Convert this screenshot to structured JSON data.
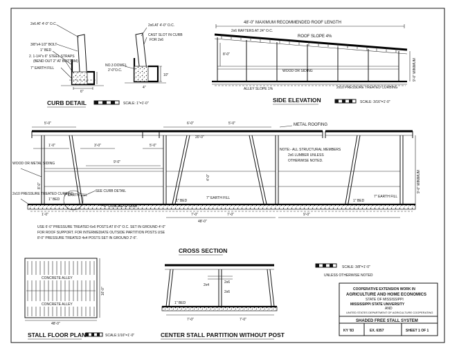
{
  "curb_detail": {
    "title": "CURB DETAIL",
    "scale": "SCALE: 1\"=1'-0\"",
    "labels": {
      "post_2x6": "2x6 AT 4'-0\" O.C.",
      "bolt": "3/8\"x4-1/2\" BOLT",
      "bed": "1\" BED",
      "straps": "2. 1-1/4\"x 6\" STEEL STRAPS",
      "straps_note": "(BEND OUT 2\" AT BOTTOM)",
      "earth_fill": "7\" EARTH FILL",
      "post_2x6_b": "2x6 AT 4'-0\" O.C.",
      "cast_slot": "CAST SLOT IN CURB",
      "cast_slot_b": "FOR 2x6",
      "dowel": "NO.3 DOWEL",
      "dowel_spacing": "2'-0\"O.C.",
      "dim_6": "6\"",
      "dim_10": "10\"",
      "dim_4": "4\""
    }
  },
  "side_elevation": {
    "title": "SIDE ELEVATION",
    "scale": "SCALE: 3/16\"=1'-0\"",
    "max_length": "48'-0\" MAXIMUM RECOMMENDED ROOF LENGTH",
    "rafters": "2x6 RAFTERS AT 24\" O.C.",
    "roof_slope": "ROOF SLOPE 4%",
    "height": "8'-0\"",
    "siding": "WOOD OR SIDING",
    "alley_slope": "ALLEY SLOPE 1%",
    "curbing": "2x10 PRESSURE TREATED CURBING",
    "max_height": "9'-0\" MINIMUM"
  },
  "cross_section": {
    "title": "CROSS SECTION",
    "metal_roofing": "METAL ROOFING",
    "note": "NOTE:- ALL STRUCTURAL MEMBERS",
    "note_b": "2x6 LUMBER UNLESS",
    "note_c": "OTHERWISE NOTED.",
    "wood_siding": "WOOD OR METAL SIDING",
    "curbing_left": "2x10 PRESSURE TREATED CURBING",
    "see_curb": "SEE CURB DETAIL",
    "concrete_slab": "4\" CONCRETE SLAB",
    "bed_1": "1\" BED",
    "earth_fill_1": "7\" EARTH FILL",
    "bed_2": "1\" BED",
    "earth_fill_2": "7\" EARTH FILL",
    "bed_3": "1\" BED",
    "earth_fill_3": "7\" EARTH FILL",
    "dims_top": [
      "5'-0\"",
      "6'-0\"",
      "5'-0\""
    ],
    "dim_1": "1'-0\"",
    "dim_3": "3'-0\"",
    "dim_9": "9'-0\"",
    "dim_20": "20'-0\"",
    "dim_5": "5'-0\"",
    "dim_7a": "7'-0\"",
    "dim_7b": "7'-0\"",
    "dim_9b": "9'-0\"",
    "dim_1b": "1'-0\"",
    "dim_48": "48'-0\"",
    "dim_minimum": "9'-0\" MINIMUM",
    "dim_8": "8'-0\"",
    "dim_4": "4'-0\"",
    "post_note_1": "USE 6'-0\" PRESSURE TREATED 6x6 POSTS AT 8'-0\" O.C. SET IN GROUND 4'-0\"",
    "post_note_2": "FOR ROOF SUPPORT. FOR INTERMEDIATE OUTSIDE PARTITION POSTS USE",
    "post_note_3": "8'-0\" PRESSURE TREATED 4x4 POSTS SET IN GROUND 2'-6\"."
  },
  "stall_floor_plan": {
    "title": "STALL FLOOR PLAN",
    "scale": "SCALE:1/16\"=1'-0\"",
    "alley_1": "CONCRETE ALLEY",
    "alley_2": "CONCRETE ALLEY",
    "width": "48'-0\"",
    "depth": "16'-0\""
  },
  "center_partition": {
    "title": "CENTER STALL PARTITION WITHOUT POST",
    "bed": "1\" BED",
    "lumber_a": "2x4",
    "lumber_b": "2x6",
    "lumber_c": "2x6",
    "dim_left": "7'-0\"",
    "dim_right": "7'-0\""
  },
  "scale_block": {
    "scale": "SCALE: 3/8\"=1'-0\"",
    "unless": "UNLESS OTHERWISE NOTED"
  },
  "title_block": {
    "line1": "COOPERATIVE EXTENSION WORK IN",
    "line2": "AGRICULTURE AND HOME ECONOMICS",
    "line3": "STATE OF MISSISSIPPI",
    "line4": "MISSISSIPPI STATE UNIVERSITY",
    "line5": "AND",
    "line6": "UNITED STATES DEPARTMENT OF AGRICULTURE COOPERATING",
    "drawing_title": "SHADED FREE STALL SYSTEM",
    "date": "KY '83",
    "number": "EX. 6357",
    "sheet": "SHEET 1 OF 1"
  }
}
